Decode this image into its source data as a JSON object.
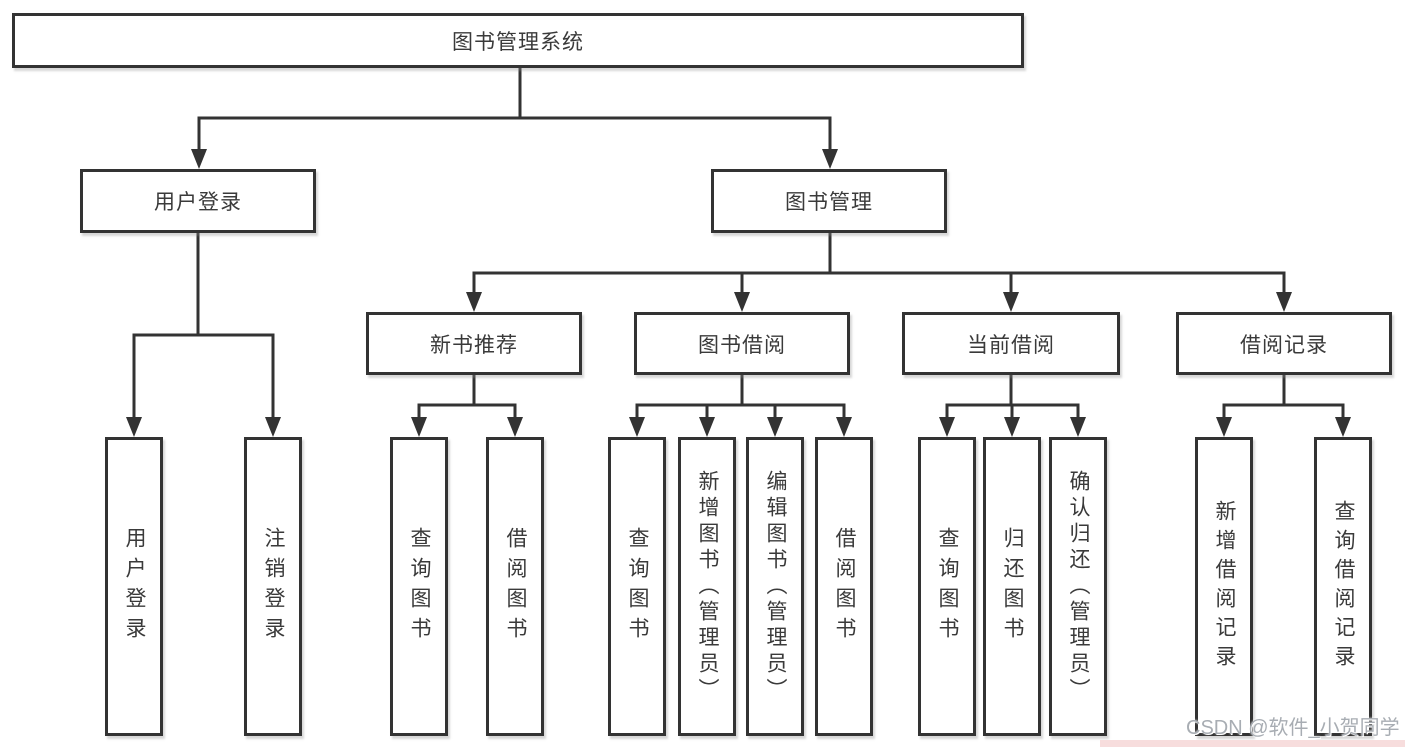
{
  "tree": {
    "label": "图书管理系统",
    "children": [
      {
        "label": "用户登录",
        "children": [
          {
            "label": "用户登录"
          },
          {
            "label": "注销登录"
          }
        ]
      },
      {
        "label": "图书管理",
        "children": [
          {
            "label": "新书推荐",
            "children": [
              {
                "label": "查询图书"
              },
              {
                "label": "借阅图书"
              }
            ]
          },
          {
            "label": "图书借阅",
            "children": [
              {
                "label": "查询图书"
              },
              {
                "label": "新增图书（管理员）"
              },
              {
                "label": "编辑图书（管理员）"
              },
              {
                "label": "借阅图书"
              }
            ]
          },
          {
            "label": "当前借阅",
            "children": [
              {
                "label": "查询图书"
              },
              {
                "label": "归还图书"
              },
              {
                "label": "确认归还（管理员）"
              }
            ]
          },
          {
            "label": "借阅记录",
            "children": [
              {
                "label": "新增借阅记录"
              },
              {
                "label": "查询借阅记录"
              }
            ]
          }
        ]
      }
    ]
  },
  "watermark": {
    "text": "CSDN @软件_小贺同学"
  },
  "colors": {
    "line": "#333333",
    "box_border": "#333333",
    "text": "#3a3a3a",
    "background": "#ffffff",
    "watermark_text": "#a8adb3",
    "watermark_band": "#f6d7d7"
  }
}
